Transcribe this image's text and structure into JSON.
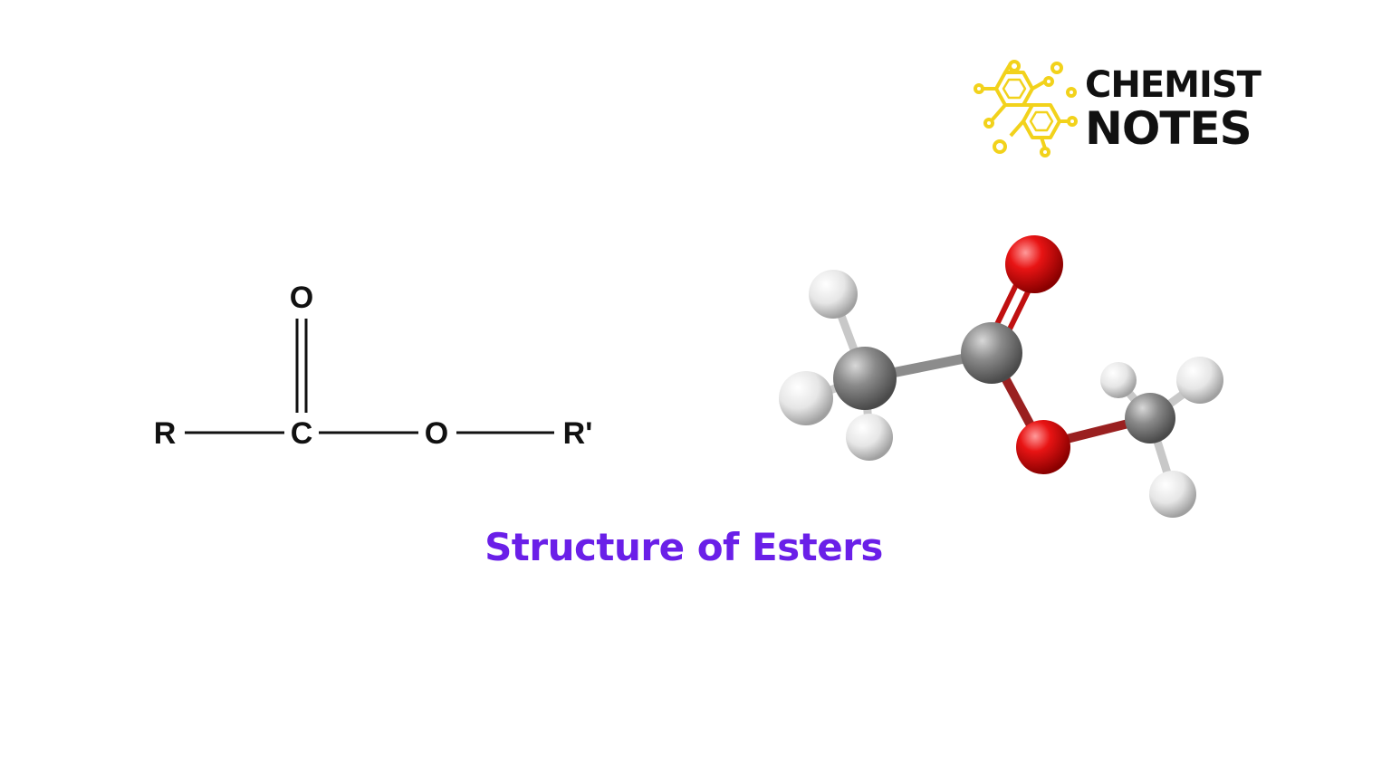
{
  "logo": {
    "line1": "CHEMIST",
    "line2": "NOTES",
    "mark_color": "#f2d21b"
  },
  "formula": {
    "top_oxygen": "O",
    "left_group": "R",
    "carbonyl_carbon": "C",
    "ester_oxygen": "O",
    "right_group": "R'"
  },
  "model": {
    "atoms": [
      "H",
      "H",
      "H",
      "C",
      "C",
      "O",
      "O",
      "C",
      "H",
      "H",
      "H"
    ],
    "colors": {
      "carbon": "#7f7f7f",
      "oxygen": "#e01010",
      "hydrogen": "#ececec"
    }
  },
  "caption": "Structure of Esters"
}
